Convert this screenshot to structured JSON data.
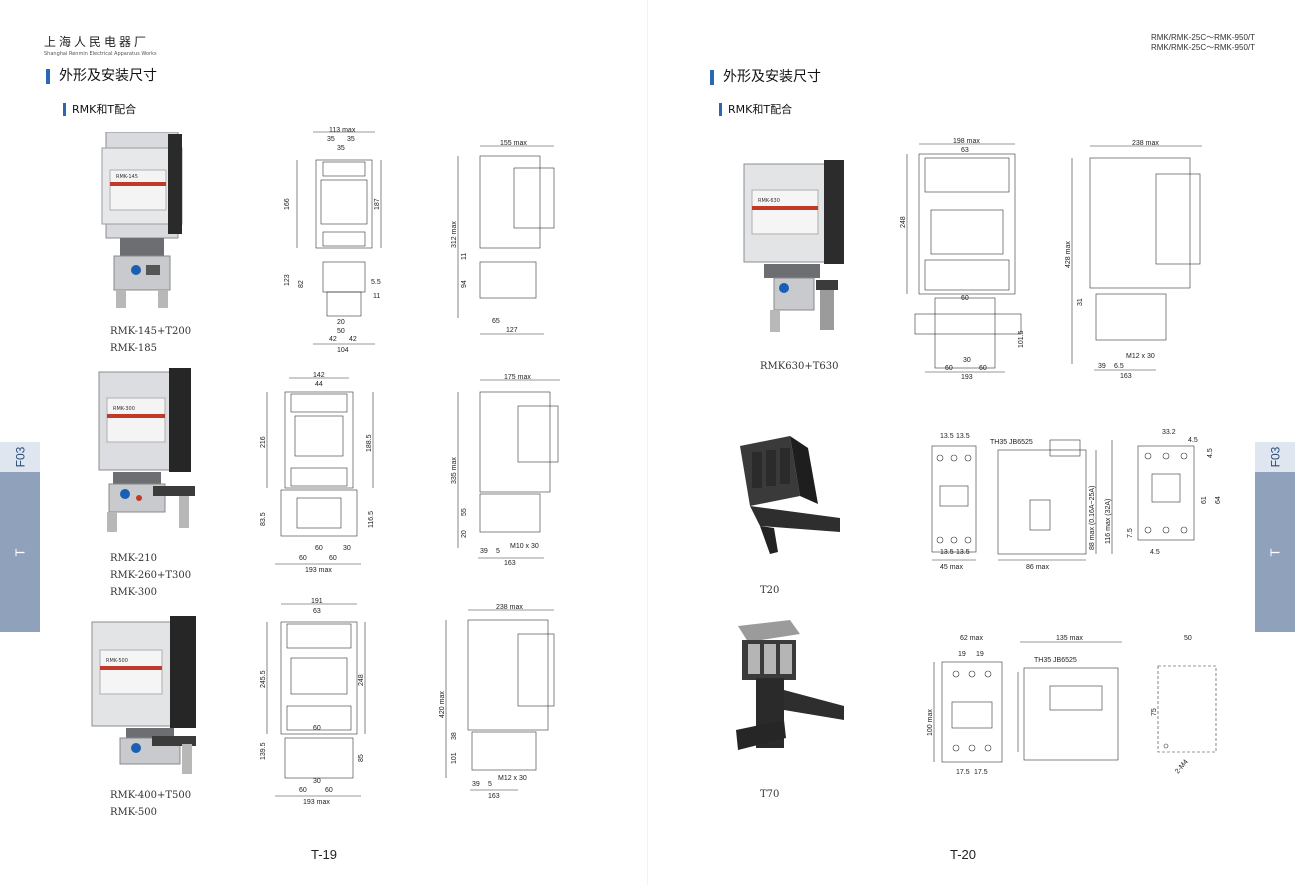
{
  "header": {
    "brand_cn": "上海人民电器厂",
    "brand_en": "Shanghai Renmin Electrical Apparatus Works",
    "model_line1": "RMK/RMK-25C～RMK-950/T",
    "model_line2": "RMK/RMK-25C～RMK-950/T"
  },
  "left_page": {
    "section_title": "外形及安装尺寸",
    "sub_title": "RMK和T配合",
    "tab_top": "F03",
    "tab_body": "T",
    "page_number": "T-19",
    "items": [
      {
        "caption_lines": [
          "RMK-145+T200",
          "RMK-185"
        ],
        "photo_label": "RMK-145",
        "front_dims": {
          "top_total": "113 max",
          "top_a": "35",
          "top_b": "35",
          "top_c": "35",
          "height_upper": "166",
          "height_body": "187",
          "height_lower": "123",
          "height_lower2": "82",
          "hole": "5.5",
          "hole2": "11",
          "bot_a": "20",
          "bot_b": "50",
          "bot_c": "42",
          "bot_d": "42",
          "bot_total": "104"
        },
        "side_dims": {
          "top": "155 max",
          "height": "312 max",
          "a": "11",
          "b": "94",
          "c": "65",
          "d": "127"
        }
      },
      {
        "caption_lines": [
          "RMK-210",
          "RMK-260+T300",
          "RMK-300"
        ],
        "photo_label": "RMK-300",
        "front_dims": {
          "top_total": "142",
          "top_a": "44",
          "height_upper": "216",
          "height_body": "188.5",
          "height_lower": "83.5",
          "height_lower2": "116.5",
          "bot_a": "60",
          "bot_b": "30",
          "bot_c": "60",
          "bot_d": "60",
          "bot_total": "193 max"
        },
        "side_dims": {
          "top": "175 max",
          "height": "335 max",
          "a": "55",
          "b": "20",
          "c": "39",
          "d": "5",
          "e": "163",
          "bolt": "M10 x 30"
        }
      },
      {
        "caption_lines": [
          "RMK-400+T500",
          "RMK-500"
        ],
        "photo_label": "RMK-500",
        "front_dims": {
          "top_total": "191",
          "top_a": "63",
          "height_upper": "245.5",
          "height_body": "248",
          "height_lower": "139.5",
          "height_lower2": "85",
          "bot_a": "60",
          "bot_b": "30",
          "bot_c": "60",
          "bot_d": "60",
          "bot_total": "193 max"
        },
        "side_dims": {
          "top": "238 max",
          "height": "420 max",
          "a": "38",
          "b": "101",
          "c": "39",
          "d": "5",
          "e": "163",
          "bolt": "M12 x 30"
        }
      }
    ]
  },
  "right_page": {
    "section_title": "外形及安装尺寸",
    "sub_title": "RMK和T配合",
    "tab_top": "F03",
    "tab_body": "T",
    "page_number": "T-20",
    "items": [
      {
        "caption_lines": [
          "RMK630+T630"
        ],
        "photo_label": "RMK-630",
        "front_dims": {
          "top_total": "198 max",
          "top_a": "63",
          "height_body": "248",
          "mid": "60",
          "right_h": "101.5",
          "bot_a": "60",
          "bot_b": "30",
          "bot_c": "60",
          "bot_total": "193"
        },
        "side_dims": {
          "top": "238 max",
          "height": "428 max",
          "a": "31",
          "b": "39",
          "c": "6.5",
          "d": "163",
          "bolt": "M12 x 30"
        }
      },
      {
        "caption_lines": [
          "T20"
        ],
        "front_dims": {
          "top_a": "13.5",
          "top_b": "13.5",
          "bot_a": "13.5",
          "bot_b": "13.5",
          "width": "45 max"
        },
        "side_dims": {
          "rail": "TH35  JB6525",
          "height1": "88 max (0.16A~25A)",
          "height2": "116 max (32A)",
          "width": "86 max"
        },
        "back_dims": {
          "top": "33.2",
          "top2": "4.5",
          "right1": "4.5",
          "right2": "61",
          "right3": "64",
          "left": "7.5",
          "bot": "4.5"
        }
      },
      {
        "caption_lines": [
          "T70"
        ],
        "front_dims": {
          "top": "62 max",
          "a": "19",
          "b": "19",
          "height": "100 max",
          "bot_a": "17.5",
          "bot_b": "17.5"
        },
        "side_dims": {
          "top": "135 max",
          "rail": "TH35  JB6525"
        },
        "back_dims": {
          "top": "50",
          "height": "75",
          "hole": "2-M4"
        }
      }
    ]
  },
  "colors": {
    "accent_bar": "#2c67b5",
    "tab_light": "#dfe6ef",
    "tab_dark": "#8fa1bb"
  }
}
